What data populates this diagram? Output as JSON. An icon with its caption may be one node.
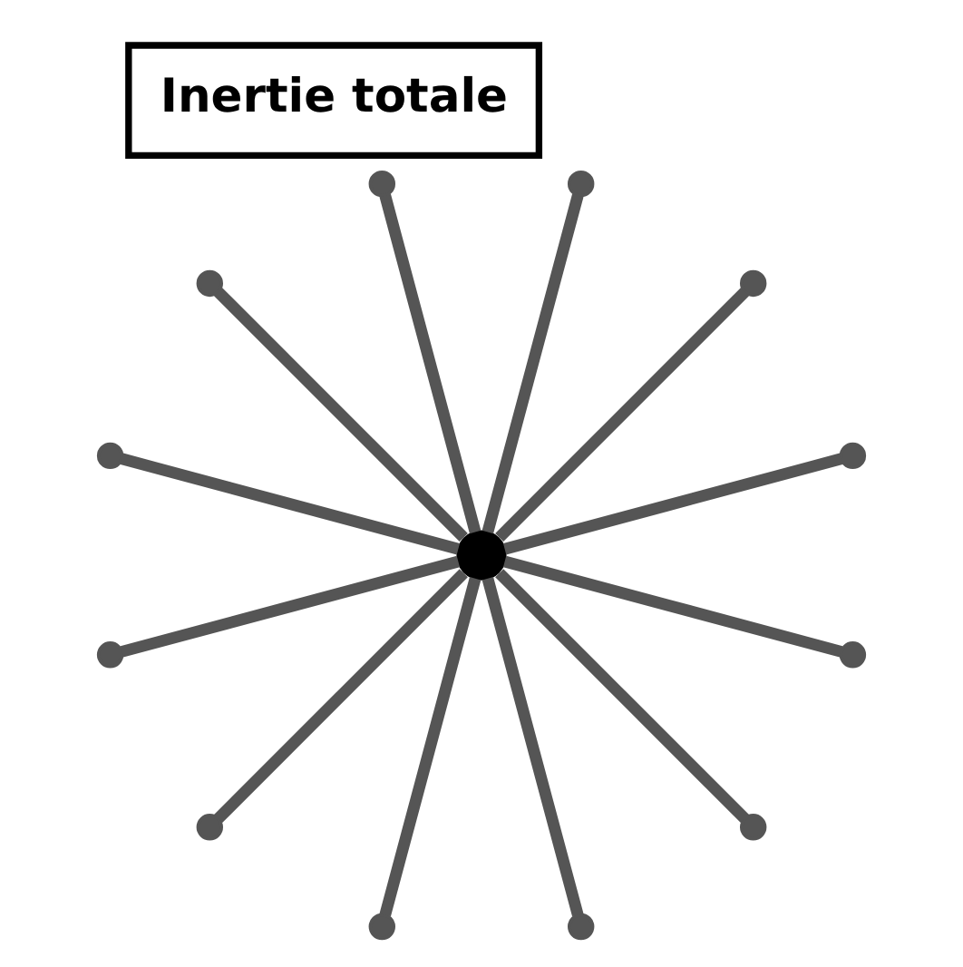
{
  "diagram": {
    "title": "Inertie totale",
    "nodes": [
      {
        "text": [],
        "shape": "circle"
      },
      {
        "text": [],
        "shape": "circle"
      },
      {
        "text": [],
        "shape": "circle"
      },
      {
        "text": [],
        "shape": "circle"
      },
      {
        "text": [],
        "shape": "circle"
      },
      {
        "text": [],
        "shape": "circle"
      },
      {
        "text": [],
        "shape": "circle"
      },
      {
        "text": [],
        "shape": "circle"
      },
      {
        "text": [],
        "shape": "circle"
      },
      {
        "text": [],
        "shape": "circle"
      },
      {
        "text": [],
        "shape": "circle"
      },
      {
        "text": [],
        "shape": "circle"
      },
      {
        "text": [],
        "shape": "circle"
      }
    ],
    "edges": [
      {
        "from": 0,
        "to": 1,
        "arrow": "none"
      },
      {
        "from": 0,
        "to": 2,
        "arrow": "none"
      },
      {
        "from": 0,
        "to": 3,
        "arrow": "none"
      },
      {
        "from": 0,
        "to": 4,
        "arrow": "none"
      },
      {
        "from": 0,
        "to": 5,
        "arrow": "none"
      },
      {
        "from": 0,
        "to": 6,
        "arrow": "none"
      },
      {
        "from": 0,
        "to": 7,
        "arrow": "none"
      },
      {
        "from": 0,
        "to": 8,
        "arrow": "none"
      },
      {
        "from": 0,
        "to": 9,
        "arrow": "none"
      },
      {
        "from": 0,
        "to": 10,
        "arrow": "none"
      },
      {
        "from": 0,
        "to": 11,
        "arrow": "none"
      },
      {
        "from": 0,
        "to": 12,
        "arrow": "none"
      }
    ]
  }
}
